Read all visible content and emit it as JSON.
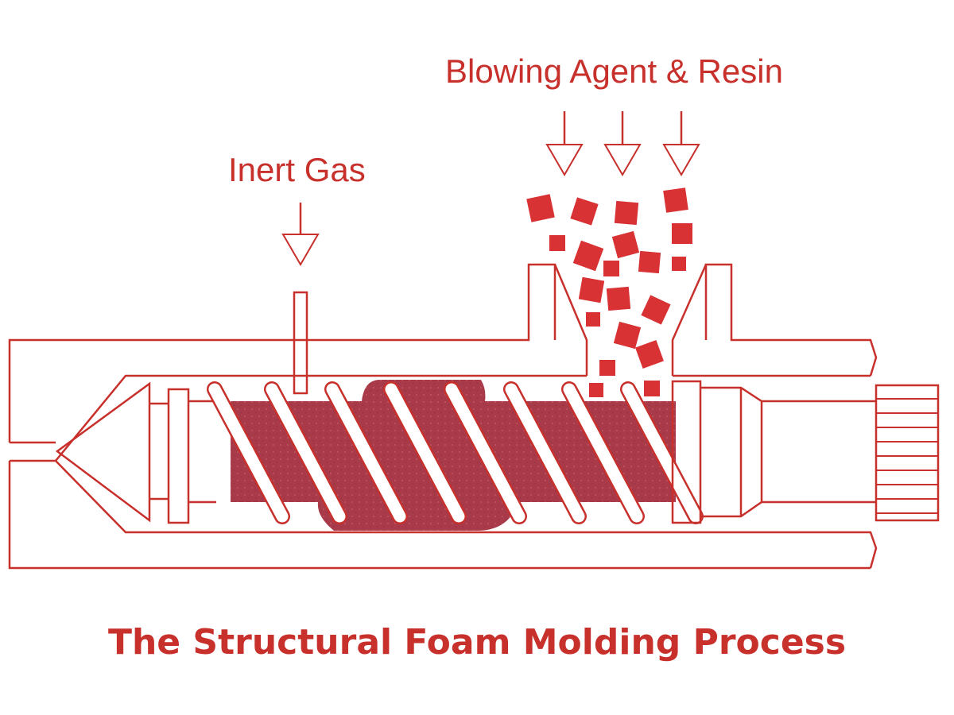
{
  "labels": {
    "blowing_agent": "Blowing Agent & Resin",
    "inert_gas": "Inert Gas",
    "caption": "The Structural Foam Molding Process"
  },
  "colors": {
    "line": "#c8302c",
    "melt": "#a83a4a",
    "pellet": "#d83234",
    "background": "#ffffff"
  }
}
